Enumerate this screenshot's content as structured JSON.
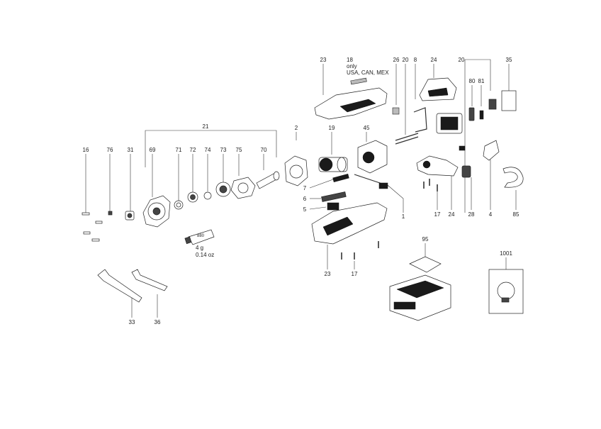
{
  "labels": {
    "p16": "16",
    "p76": "76",
    "p31": "31",
    "p69": "69",
    "p71": "71",
    "p72": "72",
    "p74": "74",
    "p73": "73",
    "p75": "75",
    "p70": "70",
    "p21": "21",
    "p2": "2",
    "p19": "19",
    "p45": "45",
    "p23_top": "23",
    "p18": "18",
    "p26": "26",
    "p20_a": "20",
    "p8": "8",
    "p24_top": "24",
    "p20_b": "20",
    "p35": "35",
    "p80": "80",
    "p81": "81",
    "p7": "7",
    "p6": "6",
    "p5": "5",
    "p1": "1",
    "p17_mid": "17",
    "p24_mid": "24",
    "p28": "28",
    "p4": "4",
    "p85": "85",
    "p23_bot": "23",
    "p17_bot": "17",
    "p95": "95",
    "p1001": "1001",
    "p33": "33",
    "p36": "36"
  },
  "notes": {
    "region_line1": "only",
    "region_line2": "USA, CAN, MEX",
    "grease_qty": "4 g",
    "grease_oz": "0.14 oz",
    "grease_tube_label": "880"
  }
}
